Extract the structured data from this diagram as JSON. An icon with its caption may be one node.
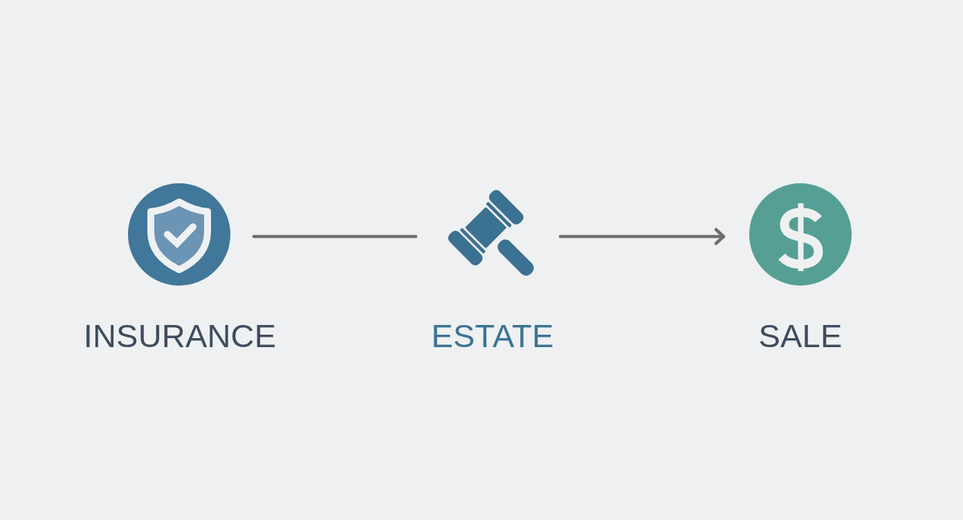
{
  "diagram": {
    "nodes": [
      {
        "text": [
          "INSURANCE"
        ]
      },
      {
        "text": [
          "ESTATE"
        ]
      },
      {
        "text": [
          "SALE"
        ]
      }
    ],
    "edges": [
      {
        "from": 0,
        "to": 1,
        "arrow": "none"
      },
      {
        "from": 1,
        "to": 2,
        "arrow": "to"
      }
    ]
  }
}
